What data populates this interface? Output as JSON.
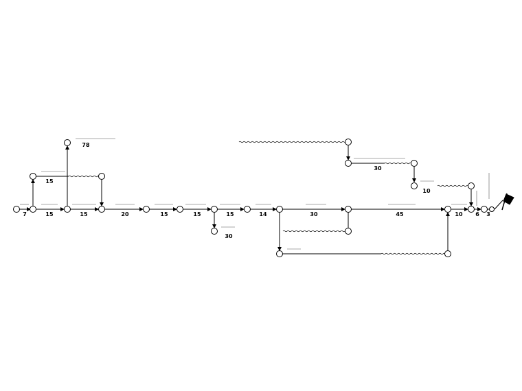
{
  "durations": {
    "d1": "7",
    "d2": "15",
    "d3": "15",
    "d4": "20",
    "d5": "15",
    "d6": "15",
    "d7": "15",
    "d8": "14",
    "d9": "30",
    "d10": "45",
    "d11": "10",
    "d12": "6",
    "d13": "3",
    "d14": "15",
    "d15": "78",
    "d16": "30",
    "d17": "30",
    "d18": "10"
  },
  "colors": {
    "line": "#000000",
    "background": "#ffffff"
  },
  "icons": {
    "finish_flag": "flag-icon"
  }
}
